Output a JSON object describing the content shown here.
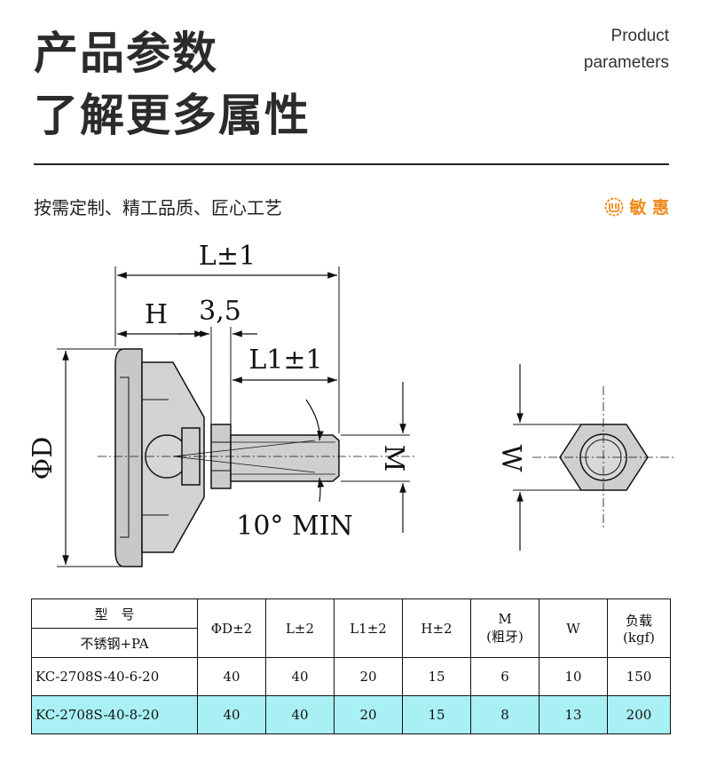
{
  "header": {
    "title_line1": "产品参数",
    "title_line2": "了解更多属性",
    "en_line1": "Product",
    "en_line2": "parameters"
  },
  "slogan": "按需定制、精工品质、匠心工艺",
  "brand": {
    "name": "敏 惠",
    "color": "#f08a1c",
    "icon": "brand-logo-icon"
  },
  "drawing": {
    "labels": {
      "L": "L±1",
      "H": "H",
      "pitch": "3,5",
      "L1": "L1±1",
      "D": "ΦD",
      "M": "M",
      "angle": "10° MIN",
      "W": "W"
    }
  },
  "table": {
    "model_header": "型　号",
    "material": "不锈钢+PA",
    "columns": [
      "ΦD±2",
      "L±2",
      "L1±2",
      "H±2",
      "M",
      "W",
      "负载"
    ],
    "column_sub": {
      "M": "(粗牙)",
      "load": "(kgf)"
    },
    "rows": [
      {
        "model": "KC-2708S-40-6-20",
        "D": "40",
        "L": "40",
        "L1": "20",
        "H": "15",
        "M": "6",
        "W": "10",
        "load": "150"
      },
      {
        "model": "KC-2708S-40-8-20",
        "D": "40",
        "L": "40",
        "L1": "20",
        "H": "15",
        "M": "8",
        "W": "13",
        "load": "200"
      }
    ],
    "highlight_color": "#a9f0f4"
  }
}
